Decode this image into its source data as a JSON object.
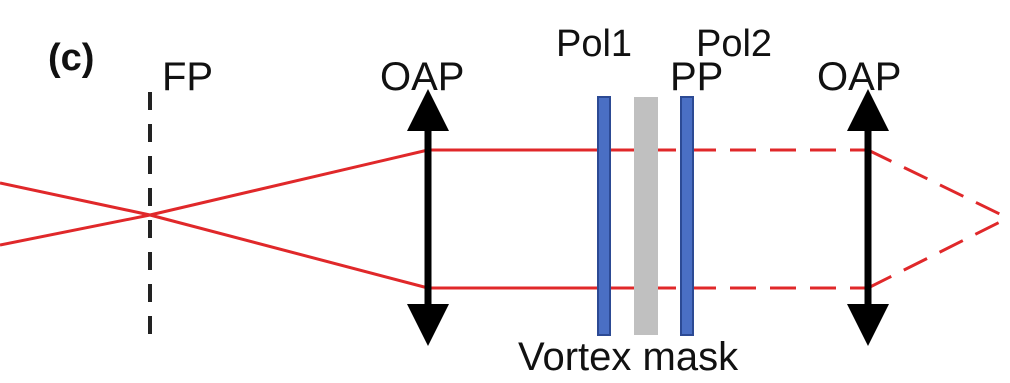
{
  "panel_label": "(c)",
  "labels": {
    "fp": "FP",
    "oap_left": "OAP",
    "pol1": "Pol1",
    "pol2": "Pol2",
    "pp": "PP",
    "oap_right": "OAP",
    "vortex_mask": "Vortex mask"
  },
  "colors": {
    "beam": "#e0282a",
    "polarizer": "#4a6fc4",
    "polarizer_edge": "#2c4a94",
    "mask": "#c0c0c0",
    "lens": "#000000",
    "focal_plane": "#222222"
  },
  "icons": {
    "lens_left": "double-arrow-lens",
    "lens_right": "double-arrow-lens"
  }
}
